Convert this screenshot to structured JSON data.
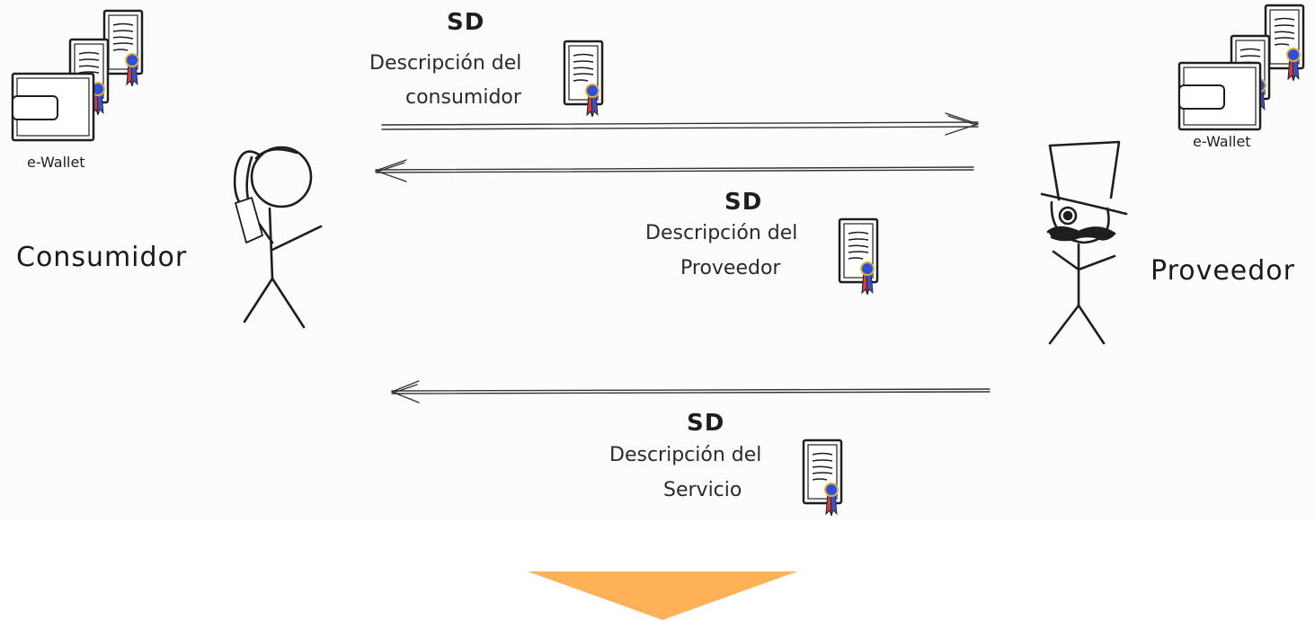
{
  "actors": {
    "consumer": "Consumidor",
    "provider": "Proveedor"
  },
  "wallet_label": "e-Wallet",
  "messages": [
    {
      "title": "SD",
      "line1": "Descripción del",
      "line2": "consumidor"
    },
    {
      "title": "SD",
      "line1": "Descripción del",
      "line2": "Proveedor"
    },
    {
      "title": "SD",
      "line1": "Descripción del",
      "line2": "Servicio"
    }
  ],
  "colors": {
    "ink": "#1e1e1e",
    "seal_blue": "#2f4fd8",
    "seal_gold": "#e0b040",
    "ribbon_red": "#d23a4a",
    "down_arrow": "#ffb158",
    "panel_bg": "#fcfcfc"
  }
}
